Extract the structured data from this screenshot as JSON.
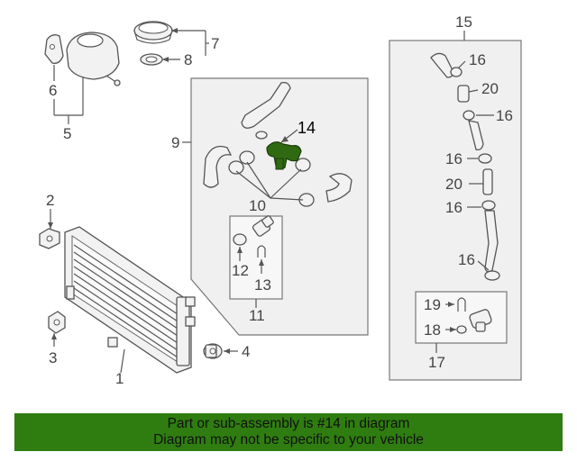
{
  "diagram": {
    "callouts": {
      "c1": "1",
      "c2": "2",
      "c3": "3",
      "c4": "4",
      "c5": "5",
      "c6": "6",
      "c7": "7",
      "c8": "8",
      "c9": "9",
      "c10": "10",
      "c11": "11",
      "c12": "12",
      "c13": "13",
      "c14": "14",
      "c15": "15",
      "c16a": "16",
      "c16b": "16",
      "c16c": "16",
      "c16d": "16",
      "c16e": "16",
      "c17": "17",
      "c18": "18",
      "c19": "19",
      "c20a": "20",
      "c20b": "20"
    },
    "colors": {
      "highlight_part": "#2f6a12",
      "banner": "#2f7d11"
    }
  },
  "banner": {
    "line1": "Part or sub-assembly is #14 in diagram",
    "line2": "Diagram may not be specific to your vehicle"
  }
}
